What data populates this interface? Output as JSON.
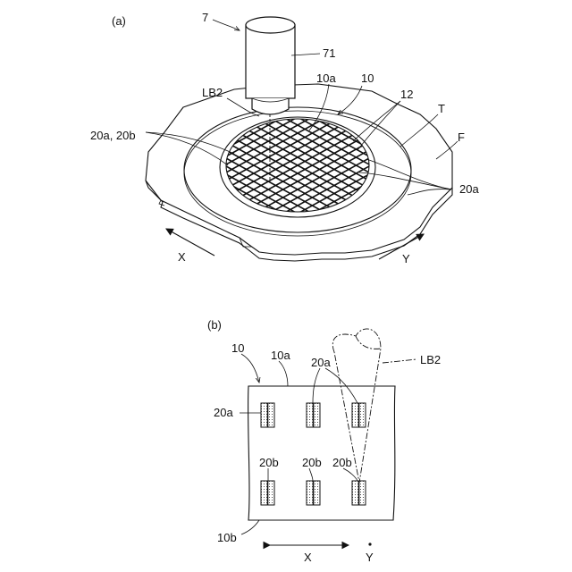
{
  "figure_a": {
    "label": "(a)",
    "labels": {
      "device": "7",
      "head": "71",
      "beam": "LB2",
      "wafer_face": "10a",
      "wafer": "10",
      "streets": "12",
      "tape": "T",
      "frame": "F",
      "marks_left": "20a, 20b",
      "marks_right": "20a",
      "axis_x": "X",
      "axis_y": "Y"
    }
  },
  "figure_b": {
    "label": "(b)",
    "labels": {
      "wafer": "10",
      "wafer_face": "10a",
      "wafer_back": "10b",
      "beam": "LB2",
      "mark_top_left": "20a",
      "mark_top_center": "20a",
      "mark_bottom_left": "20b",
      "mark_bottom_center": "20b",
      "mark_bottom_right": "20b",
      "axis_x": "X",
      "axis_y": "Y"
    }
  }
}
